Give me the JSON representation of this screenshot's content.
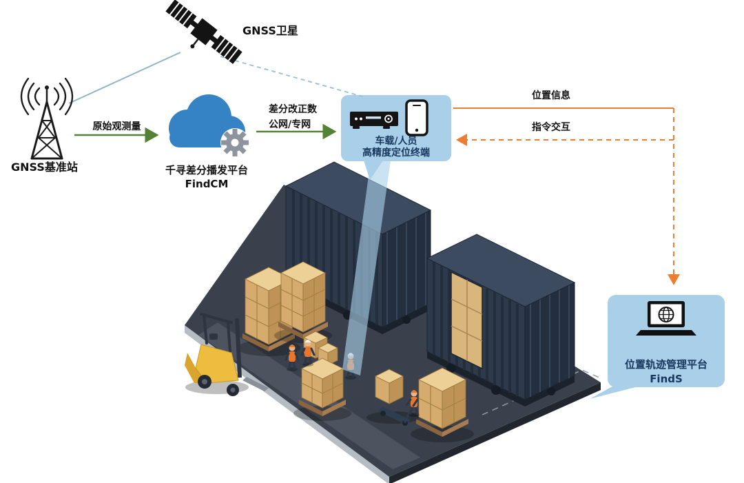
{
  "nodes": {
    "satellite": {
      "label": "GNSS卫星"
    },
    "base_station": {
      "label": "GNSS基准站"
    },
    "cloud_platform": {
      "line1": "千寻差分播发平台",
      "line2": "FindCM"
    },
    "terminal": {
      "line1": "车载/人员",
      "line2": "高精度定位终端"
    },
    "management_platform": {
      "line1": "位置轨迹管理平台",
      "line2": "FindS"
    }
  },
  "flows": {
    "raw_observation": {
      "label": "原始观测量"
    },
    "corrections": {
      "line1": "差分改正数",
      "line2": "公网/专网"
    },
    "position_info": {
      "label": "位置信息"
    },
    "command_interaction": {
      "label": "指令交互"
    }
  },
  "icons": {
    "satellite": "satellite-icon",
    "base_station": "antenna-tower-icon",
    "cloud": "cloud-gear-icon",
    "terminal_devices": "dvr-device-icon, smartphone-icon",
    "platform": "laptop-globe-icon"
  },
  "colors": {
    "node_box": "#a9d0e8",
    "cloud": "#3583c4",
    "flow_green": "#538135",
    "flow_orange": "#ed7d31",
    "satellite_link": "#8fb6c4",
    "node_text": "#17375e",
    "floor": "#3a414d",
    "container": "#2c3a4c"
  }
}
